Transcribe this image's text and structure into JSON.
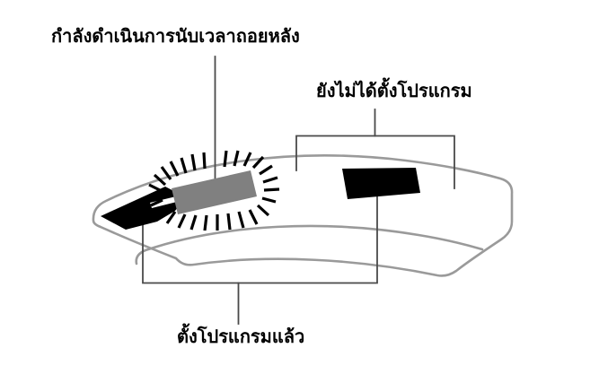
{
  "diagram": {
    "title_language": "Thai",
    "background_color": "#ffffff",
    "labels": {
      "counting_down": "กำลังดำเนินการนับเวลาถอยหลัง",
      "not_programmed": "ยังไม่ได้ตั้งโปรแกรม",
      "programmed": "ตั้งโปรแกรมแล้ว"
    },
    "colors": {
      "text": "#000000",
      "band_outline": "#9a9a9a",
      "segment_filled": "#000000",
      "segment_blinking": "#808080",
      "leader_line": "#4a4a4a",
      "flash_ray": "#000000"
    },
    "segments": [
      {
        "name": "programmed-segment-left",
        "state": "ตั้งโปรแกรมแล้ว",
        "fill": "#000000",
        "blinking": false
      },
      {
        "name": "counting-segment",
        "state": "กำลังดำเนินการนับเวลาถอยหลัง",
        "fill": "#808080",
        "blinking": true
      },
      {
        "name": "programmed-segment-right",
        "state": "ตั้งโปรแกรมแล้ว",
        "fill": "#000000",
        "blinking": false
      }
    ],
    "annotations": {
      "counting_pointer": "vertical leader line from top label to blinking segment",
      "not_programmed_bracket": "bracket spanning empty right portion of band",
      "programmed_bracket": "bracket spanning the two filled segments"
    }
  }
}
